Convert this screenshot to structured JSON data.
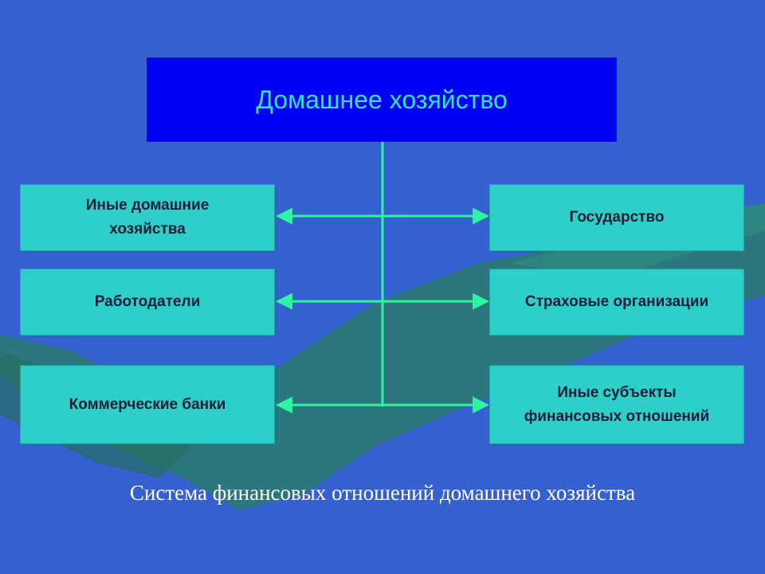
{
  "root": {
    "label": "Домашнее хозяйство"
  },
  "left_nodes": [
    {
      "label": "Иные домашние\nхозяйства"
    },
    {
      "label": "Работодатели"
    },
    {
      "label": "Коммерческие банки"
    }
  ],
  "right_nodes": [
    {
      "label": "Государство"
    },
    {
      "label": "Страховые организации"
    },
    {
      "label": "Иные субъекты\nфинансовых отношений"
    }
  ],
  "caption": "Система финансовых отношений домашнего хозяйства",
  "colors": {
    "background": "#3560cf",
    "root_fill": "#0000f2",
    "root_text": "#2ee6c8",
    "node_fill": "#2ecfc9",
    "connector": "#2ef5a0"
  }
}
